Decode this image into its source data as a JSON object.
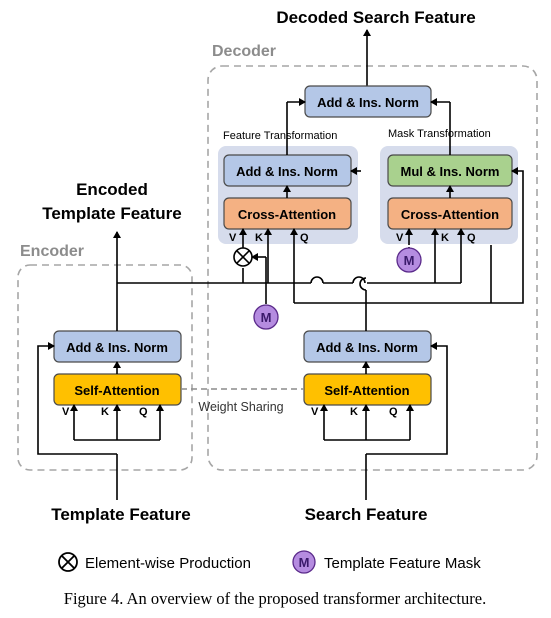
{
  "title_top": "Decoded Search Feature",
  "encoded_title_line1": "Encoded",
  "encoded_title_line2": "Template Feature",
  "decoder_label": "Decoder",
  "encoder_label": "Encoder",
  "feature_transformation_label": "Feature Transformation",
  "mask_transformation_label": "Mask Transformation",
  "blocks": {
    "dec_top_norm": "Add & Ins. Norm",
    "ft_norm": "Add & Ins. Norm",
    "ft_cross": "Cross-Attention",
    "mt_norm": "Mul & Ins. Norm",
    "mt_cross": "Cross-Attention",
    "enc_norm": "Add & Ins. Norm",
    "enc_self": "Self-Attention",
    "dec_norm": "Add & Ins. Norm",
    "dec_self": "Self-Attention"
  },
  "vkq": {
    "v": "V",
    "k": "K",
    "q": "Q"
  },
  "mask_symbol": "M",
  "weight_sharing_label": "Weight Sharing",
  "template_feature_label": "Template Feature",
  "search_feature_label": "Search Feature",
  "legend": {
    "product_label": "Element-wise Production",
    "mask_label": "Template Feature Mask"
  },
  "caption": "Figure 4. An overview of the proposed transformer architecture.",
  "colors": {
    "norm_blue": "#b4c7e7",
    "cross_orange": "#f4b183",
    "mul_green": "#a9d18e",
    "self_gold": "#ffc000",
    "mask_purple": "#b58ce0",
    "group_fill": "#d6dcec",
    "dashed_gray": "#a6a6a6"
  }
}
